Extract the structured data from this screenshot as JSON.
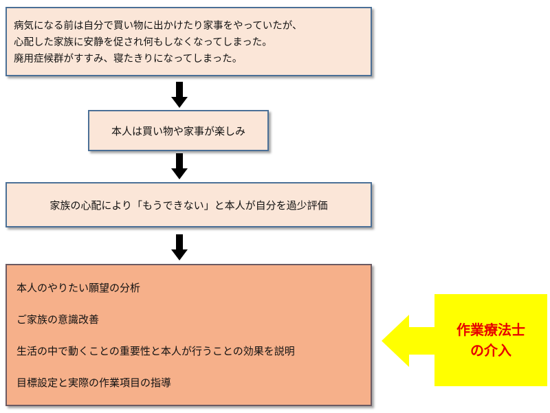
{
  "box1": {
    "lines": [
      "病気になる前は自分で買い物に出かけたり家事をやっていたが、",
      "心配した家族に安静を促され何もしなくなってしまった。",
      "廃用症候群がすすみ、寝たきりになってしまった。"
    ]
  },
  "box2": {
    "text": "本人は買い物や家事が楽しみ"
  },
  "box3": {
    "text": "家族の心配により「もうできない」と本人が自分を過少評価"
  },
  "box4": {
    "items": [
      "本人のやりたい願望の分析",
      "ご家族の意識改善",
      "生活の中で動くことの重要性と本人が行うことの効果を説明",
      "目標設定と実際の作業項目の指導"
    ]
  },
  "callout": {
    "line1": "作業療法士",
    "line2": "の介入"
  },
  "colors": {
    "box_fill": "#fbe6d8",
    "box4_fill": "#f6b08a",
    "callout_fill": "#ffff00",
    "callout_text": "#e60000",
    "arrow": "#000000"
  },
  "icons": {
    "down_arrows": "arrow-down-icon",
    "left_arrow": "arrow-left-icon"
  }
}
